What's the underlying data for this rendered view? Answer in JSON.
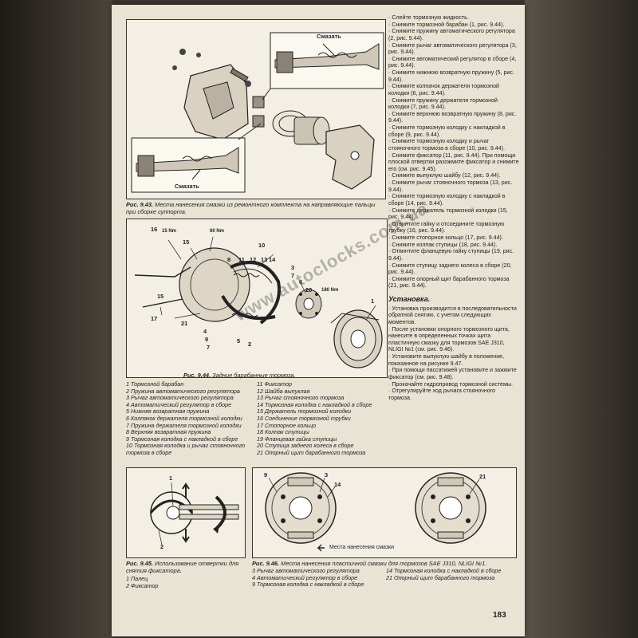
{
  "fig943": {
    "label_top": "Смазать",
    "label_bottom": "Смазать",
    "caption_num": "Рис. 9.43.",
    "caption_text": "Места нанесения смазки из ремонтного комплекта на направляющие пальцы при сборке суппорта."
  },
  "fig944": {
    "callouts": [
      "16",
      "15 Nm",
      "15",
      "60 Nm",
      "10",
      "11",
      "12",
      "13",
      "14",
      "8",
      "3",
      "7",
      "6",
      "20",
      "180 Nm",
      "1",
      "15",
      "17",
      "21",
      "4",
      "9",
      "7",
      "5",
      "2"
    ],
    "caption_num": "Рис. 9.44.",
    "caption_text": "Задние барабанные тормоза.",
    "legend_left": [
      "1 Тормозной барабан",
      "2 Пружина автоматического регулятора",
      "3 Рычаг автоматического регулятора",
      "4 Автоматический регулятор в сборе",
      "5 Нижняя возвратная пружина",
      "6 Колпачок держателя тормозной колодки",
      "7 Пружина держателя тормозной колодки",
      "8 Верхняя возвратная пружина",
      "9 Тормозная колодка с накладкой в сборе",
      "10 Тормозная колодка и рычаг стояночного тормоза в сборе"
    ],
    "legend_right": [
      "11 Фиксатор",
      "12 Шайба выпуклая",
      "13 Рычаг стояночного тормоза",
      "14 Тормозная колодка с накладкой в сборе",
      "15 Держатель тормозной колодки",
      "16 Соединение тормозной трубки",
      "17 Стопорное кольцо",
      "18 Колпак ступицы",
      "19 Фланцевая гайка ступицы",
      "20 Ступица заднего колеса в сборе",
      "21 Опорный щит барабанного тормоза"
    ]
  },
  "fig945": {
    "callout_1": "1",
    "callout_2": "2",
    "caption_num": "Рис. 9.45.",
    "caption_text": "Использование отвертки для снятия фиксатора.",
    "legend": [
      "1 Палец",
      "2 Фиксатор"
    ]
  },
  "fig946": {
    "callouts": [
      "9",
      "3",
      "14",
      "21"
    ],
    "arrow_label": "Места нанесения смазки",
    "caption_num": "Рис. 9.46.",
    "caption_text": "Места нанесения пластичной смазки для тормозов SAE J310, NLIGI №1.",
    "legend_left": [
      "3 Рычаг автоматического регулятора",
      "4 Автоматический регулятор в сборе",
      "9 Тормозная колодка с накладкой в сборе"
    ],
    "legend_right": [
      "14 Тормозная колодка с накладкой в сборе",
      "21 Опорный щит барабанного тормоза"
    ]
  },
  "steps_removal": [
    "· Слейте тормозную жидкость.",
    "· Снимите тормозной барабан (1, рис. 9.44).",
    "· Снимите пружину автоматического регулятора (2, рис. 9.44).",
    "· Снимите рычаг автоматического регулятора (3, рис. 9.44).",
    "· Снимите автоматический регулятор в сборе (4, рис. 9.44).",
    "· Снимите нижнюю возвратную пружину (5, рис. 9.44).",
    "· Снимите колпачок держателя тормозной колодки (6, рис. 9.44).",
    "· Снимите пружину держателя тормозной колодки (7, рис. 9.44).",
    "· Снимите верхнюю возвратную пружину (8, рис. 9.44).",
    "· Снимите тормозную колодку с накладкой в сборе (9, рис. 9.44).",
    "· Снимите тормозную колодку и рычаг стояночного тормоза в сборе (10, рис. 9.44).",
    "· Снимите фиксатор (11, рис. 9.44). При помощи плоской отвертки разожмите фиксатор и снимите его (см. рис. 9.45).",
    "· Снимите выпуклую шайбу (12, рис. 9.44).",
    "· Снимите рычаг стояночного тормоза (13, рис. 9.44).",
    "· Снимите тормозную колодку с накладкой в сборе (14, рис. 9.44).",
    "· Снимите держатель тормозной колодки (15, рис. 9.44).",
    "· Отвинтите гайку и отсоедините тормозную трубку (16, рис. 9.44).",
    "· Снимите стопорное кольцо (17, рис. 9.44).",
    "· Снимите колпак ступицы (18, рис. 9.44).",
    "· Отвинтите фланцевую гайку ступицы (19, рис. 9.44).",
    "· Снимите ступицу заднего колеса в сборе (20, рис. 9.44).",
    "· Снимите опорный щит барабанного тормоза (21, рис. 9.44)."
  ],
  "install_heading": "Установка.",
  "steps_install": [
    "· Установка производится в последовательности обратной снятию, с учетом следующих моментов.",
    "· После установки опорного тормозного щита, нанесите в определенных точках щита пластичную смазку для тормозов SAE J310, NLIGI №1 (см. рис. 9.46).",
    "· Установите выпуклую шайбу в положение, показанное на рисунке 9.47.",
    "· При помощи пассатижей установите и зажмите фиксатор (см. рис. 9.48).",
    "· Прокачайте гидропривод тормозной системы.",
    "· Отрегулируйте ход рычага стояночного тормоза."
  ],
  "page_number": "183",
  "watermark": "www.autoclocks.com.ua"
}
